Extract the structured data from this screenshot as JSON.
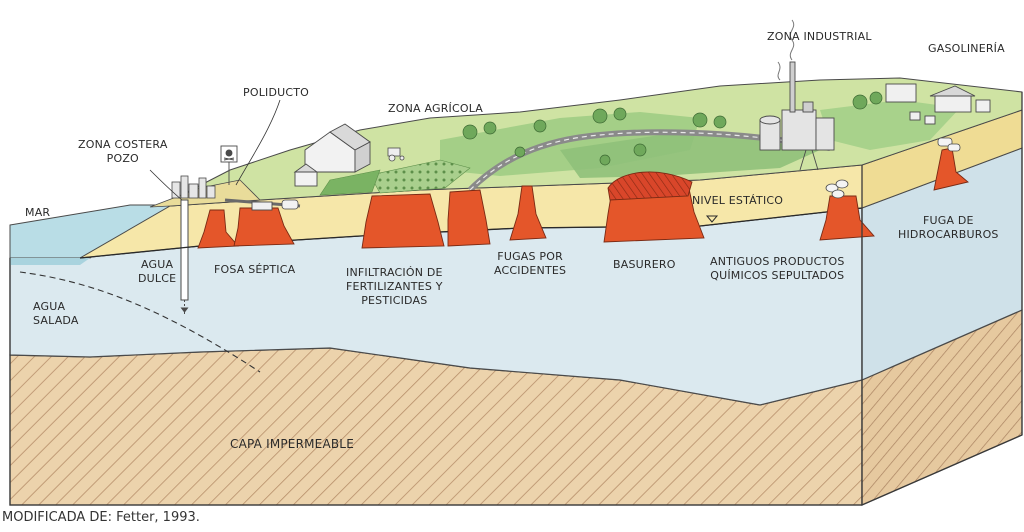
{
  "labels": {
    "mar": "MAR",
    "zona_costera": "ZONA COSTERA",
    "pozo": "POZO",
    "poliducto": "POLIDUCTO",
    "zona_agricola": "ZONA AGRÍCOLA",
    "zona_industrial": "ZONA INDUSTRIAL",
    "gasolineria": "GASOLINERÍA",
    "nivel_estatico": "NIVEL ESTÁTICO",
    "fuga_hidrocarburos": [
      "FUGA DE",
      "HIDROCARBUROS"
    ],
    "agua_dulce": [
      "AGUA",
      "DULCE"
    ],
    "agua_salada": [
      "AGUA",
      "SALADA"
    ],
    "fosa_septica": "FOSA SÉPTICA",
    "infiltracion": [
      "INFILTRACIÓN DE",
      "FERTILIZANTES Y",
      "PESTICIDAS"
    ],
    "fugas_accidentes": [
      "FUGAS POR",
      "ACCIDENTES"
    ],
    "basurero": "BASURERO",
    "antiguos_productos": [
      "ANTIGUOS PRODUCTOS",
      "QUÍMICOS SEPULTADOS"
    ],
    "capa_impermeable": "CAPA IMPERMEABLE"
  },
  "caption": "MODIFICADA DE: Fetter, 1993.",
  "colors": {
    "sea": "#b9dde6",
    "aquifer": "#dbe9ef",
    "unsaturated": "#f6e7a9",
    "impermeable": "#ecd3ac",
    "hatch": "#b78f6a",
    "contaminant": "#e4562a",
    "grass": "#8fc07a",
    "outline": "#4a4a4a"
  }
}
